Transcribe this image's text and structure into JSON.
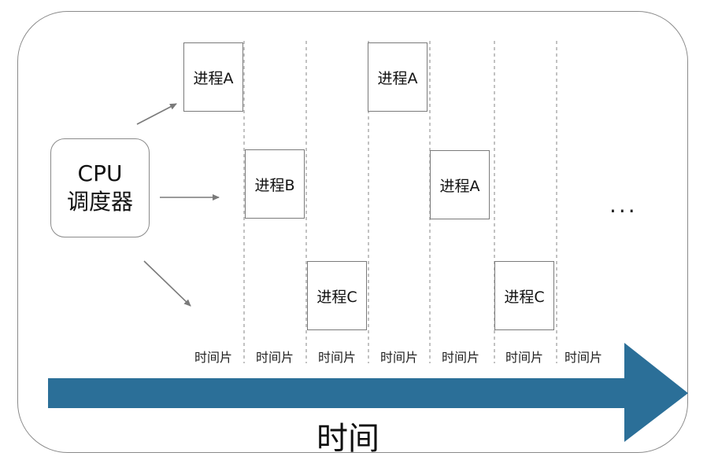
{
  "scheduler": {
    "line1": "CPU",
    "line2": "调度器"
  },
  "processes": [
    {
      "label": "进程A"
    },
    {
      "label": "进程B"
    },
    {
      "label": "进程C"
    },
    {
      "label": "进程A"
    },
    {
      "label": "进程A"
    },
    {
      "label": "进程C"
    }
  ],
  "time_slices": [
    "时间片",
    "时间片",
    "时间片",
    "时间片",
    "时间片",
    "时间片",
    "时间片"
  ],
  "ellipsis": "···",
  "time_axis_label": "时间",
  "colors": {
    "time_arrow": "#2b6f98",
    "outline": "#8a8a8a",
    "dashed": "#9a9a9a"
  }
}
